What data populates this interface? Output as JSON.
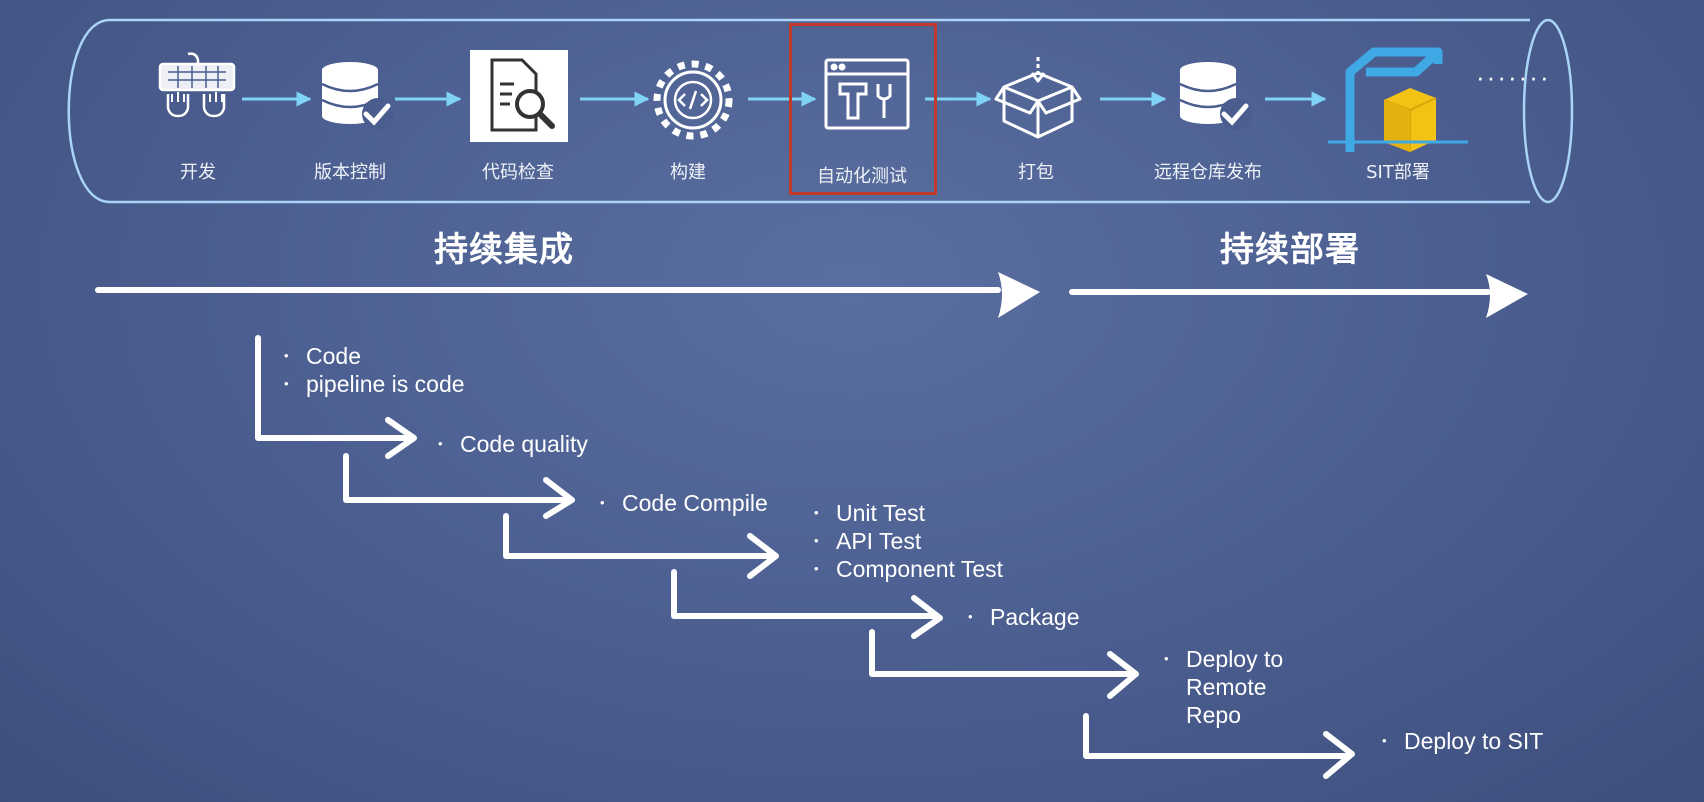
{
  "pipeline": {
    "stages": [
      {
        "label": "开发",
        "icon": "keyboard-hands-icon"
      },
      {
        "label": "版本控制",
        "icon": "database-check-icon"
      },
      {
        "label": "代码检查",
        "icon": "document-magnifier-icon"
      },
      {
        "label": "构建",
        "icon": "gear-code-icon"
      },
      {
        "label": "自动化测试",
        "icon": "tools-window-icon",
        "highlighted": true
      },
      {
        "label": "打包",
        "icon": "package-box-icon"
      },
      {
        "label": "远程仓库发布",
        "icon": "database-check-icon"
      },
      {
        "label": "SIT部署",
        "icon": "cube-deploy-icon"
      }
    ],
    "ellipsis": "·······",
    "highlight_color": "#c0392b"
  },
  "phases": {
    "ci_label": "持续集成",
    "cd_label": "持续部署"
  },
  "steps": [
    {
      "items": [
        "Code",
        "pipeline is code"
      ]
    },
    {
      "items": [
        "Code quality"
      ]
    },
    {
      "items": [
        "Code Compile"
      ]
    },
    {
      "items": [
        "Unit Test",
        "API Test",
        "Component Test"
      ]
    },
    {
      "items": [
        "Package"
      ]
    },
    {
      "items": [
        "Deploy to",
        "Remote",
        "Repo"
      ]
    },
    {
      "items": [
        "Deploy to SIT"
      ]
    }
  ],
  "colors": {
    "background": "#4a5d8e",
    "tube_stroke": "#a9d4f5",
    "connector": "#7fd3f5",
    "accent_yellow": "#f2c314",
    "accent_blue": "#3fa9e6"
  }
}
